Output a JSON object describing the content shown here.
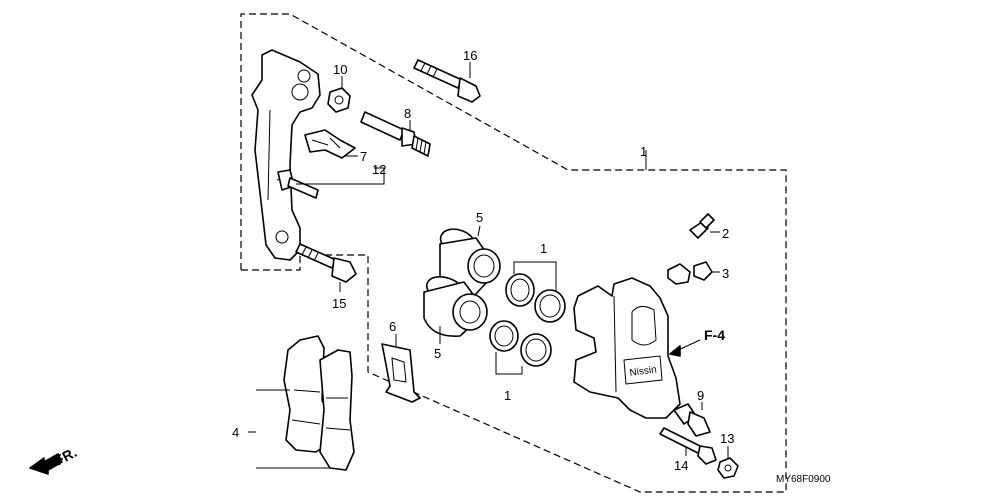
{
  "callouts": {
    "c1_top": "1",
    "c1_seal_top": "1",
    "c1_seal_bottom": "1",
    "c2": "2",
    "c3": "3",
    "c4": "4",
    "c5_top": "5",
    "c5_bottom": "5",
    "c6": "6",
    "c7": "7",
    "c8": "8",
    "c9": "9",
    "c10": "10",
    "c12": "12",
    "c13": "13",
    "c14": "14",
    "c15": "15",
    "c16": "16"
  },
  "reference_label": "F-4",
  "front_label": "FR.",
  "diagram_code": "MY68F0900",
  "caliper_marking": "Nissin"
}
